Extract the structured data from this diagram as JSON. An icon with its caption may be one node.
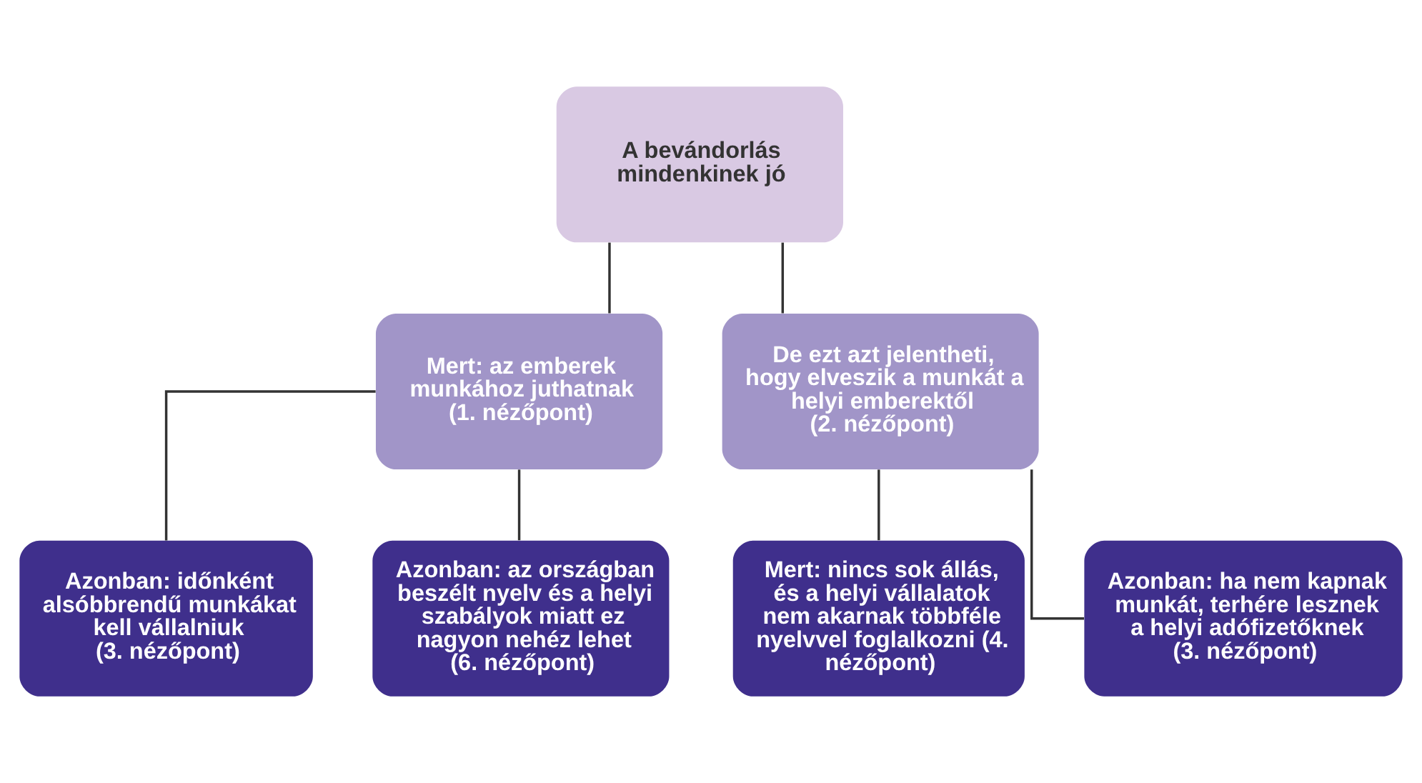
{
  "diagram": {
    "nodes": [
      {
        "text": [
          "A bevándorlás mindenkinek jó"
        ]
      },
      {
        "text": [
          "Mert: az emberek munkához juthatnak",
          "(1. nézőpont)"
        ]
      },
      {
        "text": [
          "De ezt azt jelentheti, hogy elveszik a munkát a helyi emberektől",
          "(2. nézőpont)"
        ]
      },
      {
        "text": [
          "Azonban: időnként alsóbbrendű munkákat kell vállalniuk",
          "(3. nézőpont)"
        ]
      },
      {
        "text": [
          "Azonban: az országban beszélt nyelv és a helyi szabályok miatt ez nagyon nehéz lehet",
          "(6. nézőpont)"
        ]
      },
      {
        "text": [
          "Mert: nincs sok állás, és a helyi vállalatok nem akarnak többféle nyelvvel foglalkozni (4. nézőpont)"
        ]
      },
      {
        "text": [
          "Azonban: ha nem kapnak munkát, terhére lesznek a helyi adófizetőknek (3. nézőpont)"
        ]
      }
    ],
    "edges": [
      {
        "from": 0,
        "to": 1,
        "arrow": "none"
      },
      {
        "from": 0,
        "to": 2,
        "arrow": "none"
      },
      {
        "from": 1,
        "to": 3,
        "arrow": "none"
      },
      {
        "from": 1,
        "to": 4,
        "arrow": "none"
      },
      {
        "from": 2,
        "to": 5,
        "arrow": "none"
      },
      {
        "from": 2,
        "to": 6,
        "arrow": "none"
      }
    ]
  }
}
